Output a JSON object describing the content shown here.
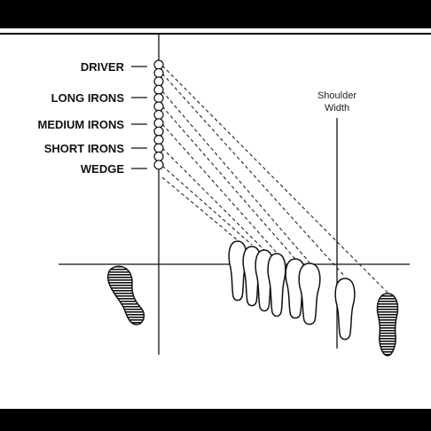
{
  "club_labels": {
    "driver": "DRIVER",
    "long_irons": "LONG IRONS",
    "medium_irons": "MEDIUM IRONS",
    "short_irons": "SHORT IRONS",
    "wedge": "WEDGE"
  },
  "shoulder_width_label": {
    "line1": "Shoulder",
    "line2": "Width"
  },
  "colors": {
    "ink": "#111111",
    "background": "#ffffff",
    "bars": "#000000"
  }
}
